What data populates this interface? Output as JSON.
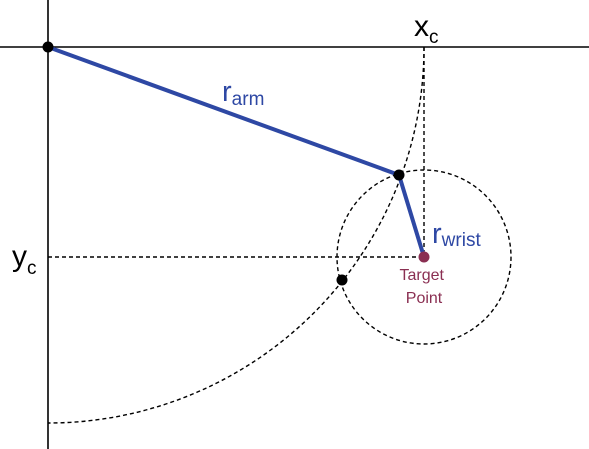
{
  "labels": {
    "xc_main": "x",
    "xc_sub": "c",
    "yc_main": "y",
    "yc_sub": "c",
    "r_arm_main": "r",
    "r_arm_sub": "arm",
    "r_wrist_main": "r",
    "r_wrist_sub": "wrist",
    "target_line1": "Target",
    "target_line2": "Point"
  },
  "colors": {
    "segment": "#2e48a4",
    "target": "#8a2f52",
    "axis": "#000000",
    "joint": "#000000"
  }
}
